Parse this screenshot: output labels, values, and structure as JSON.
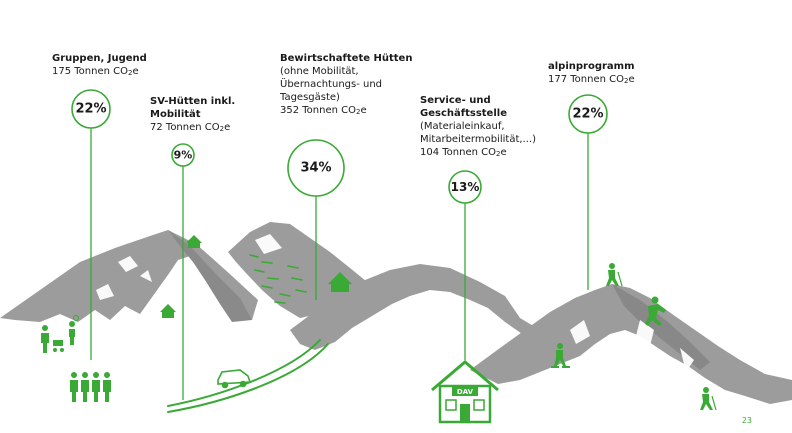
{
  "colors": {
    "green": "#3aa935",
    "mountain": "#9c9c9c",
    "text": "#1a1a1a"
  },
  "segments": [
    {
      "id": "gruppen",
      "title": "Gruppen, Jugend",
      "detail_lines": [],
      "tons": "175 Tonnen CO",
      "tons_suffix": "e",
      "percent_label": "22%",
      "percent": 22
    },
    {
      "id": "sv-huetten",
      "title": "SV-Hütten inkl.",
      "title_line2": "Mobilität",
      "detail_lines": [],
      "tons": "72 Tonnen CO",
      "tons_suffix": "e",
      "percent_label": "9%",
      "percent": 9
    },
    {
      "id": "bewirtschaftet",
      "title": "Bewirtschaftete Hütten",
      "detail_lines": [
        "(ohne Mobilität,",
        "Übernachtungs- und",
        "Tagesgäste)"
      ],
      "tons": "352 Tonnen CO",
      "tons_suffix": "e",
      "percent_label": "34%",
      "percent": 34
    },
    {
      "id": "service",
      "title": "Service- und",
      "title_line2": "Geschäftsstelle",
      "detail_lines": [
        "(Materialeinkauf,",
        "Mitarbeitermobilität,...)"
      ],
      "tons": "104 Tonnen CO",
      "tons_suffix": "e",
      "percent_label": "13%",
      "percent": 13
    },
    {
      "id": "alpin",
      "title": "alpinprogramm",
      "detail_lines": [],
      "tons": "177 Tonnen CO",
      "tons_suffix": "e",
      "percent_label": "22%",
      "percent": 22
    }
  ],
  "co2_subscript": "2",
  "house_sign": "DAV",
  "icons": [
    "people-group-icon",
    "family-stroller-icon",
    "hut-icon",
    "car-icon",
    "office-house-icon",
    "hiker-icon",
    "climber-icon",
    "snowshoe-hiker-icon"
  ],
  "page_number": "23"
}
